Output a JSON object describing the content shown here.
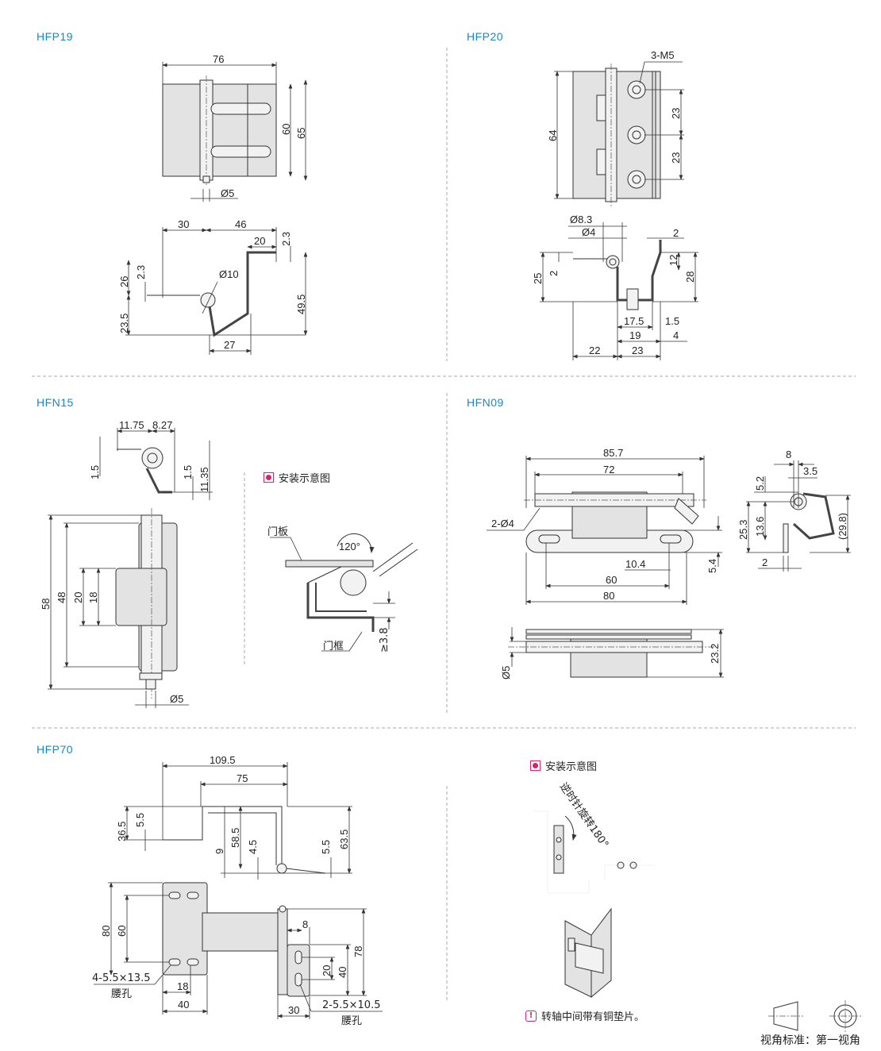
{
  "sections": {
    "hfp19": {
      "title": "HFP19",
      "dims": [
        "76",
        "60",
        "65",
        "Ø5",
        "30",
        "46",
        "20",
        "2.3",
        "2.3",
        "26",
        "Ø10",
        "23.5",
        "49.5",
        "27"
      ]
    },
    "hfp20": {
      "title": "HFP20",
      "dims": [
        "3-M5",
        "64",
        "23",
        "23",
        "Ø8.3",
        "Ø4",
        "2",
        "25",
        "2",
        "12",
        "28",
        "17.5",
        "1.5",
        "19",
        "4",
        "22",
        "23"
      ]
    },
    "hfn15": {
      "title": "HFN15",
      "dims": [
        "11.75",
        "8.27",
        "1.5",
        "1.5",
        "11.35",
        "58",
        "48",
        "20",
        "18",
        "Ø5"
      ],
      "install_label": "安装示意图",
      "door_panel": "门板",
      "door_frame": "门框",
      "angle": "120°",
      "gap": "≥3.8"
    },
    "hfn09": {
      "title": "HFN09",
      "dims": [
        "85.7",
        "72",
        "2-Ø4",
        "10.4",
        "5.4",
        "60",
        "80",
        "Ø5",
        "23.2",
        "8",
        "3.5",
        "5.2",
        "25.3",
        "13.6",
        "(29.8)",
        "2"
      ]
    },
    "hfp70": {
      "title": "HFP70",
      "dims": [
        "109.5",
        "75",
        "36.5",
        "5.5",
        "58.5",
        "9",
        "4.5",
        "5.5",
        "63.5",
        "80",
        "60",
        "8",
        "78",
        "20",
        "40",
        "18",
        "40",
        "30"
      ],
      "slot_left": "4-5.5×13.5",
      "slot_left_name": "腰孔",
      "slot_right": "2-5.5×10.5",
      "slot_right_name": "腰孔",
      "install_label": "安装示意图",
      "rotate_note": "逆时针旋转180°",
      "warning": "转轴中间带有铜垫片。"
    }
  },
  "projection": {
    "label": "视角标准：第一视角"
  },
  "colors": {
    "title_blue": "#1a86c6",
    "accent_pink": "#d6246b"
  }
}
